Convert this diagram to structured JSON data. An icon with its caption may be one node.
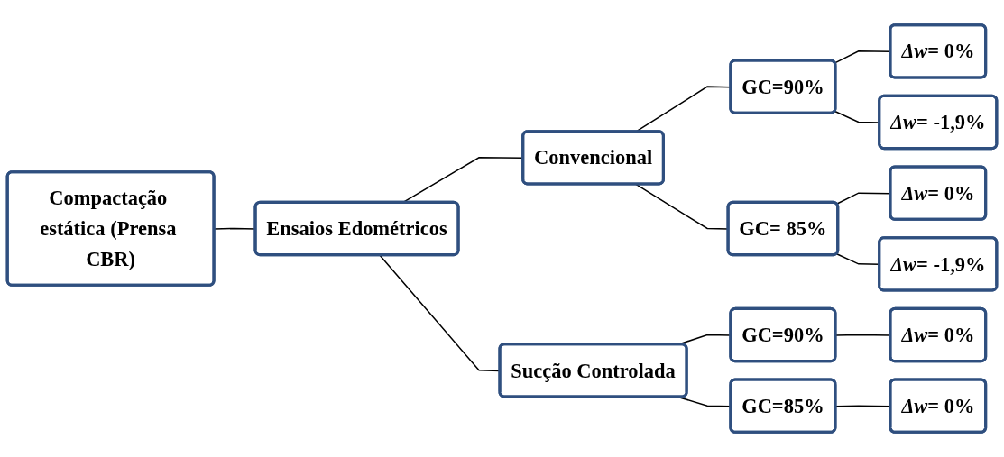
{
  "diagram": {
    "nodes": [
      {
        "text": [
          "Compactação estática (Prensa CBR)"
        ]
      },
      {
        "text": [
          "Ensaios Edométricos"
        ]
      },
      {
        "text": [
          "Convencional"
        ]
      },
      {
        "text": [
          "GC=90%"
        ]
      },
      {
        "text": [
          "*Δw*= 0%"
        ]
      },
      {
        "text": [
          "*Δw*= -1,9%"
        ]
      },
      {
        "text": [
          "GC= 85%"
        ]
      },
      {
        "text": [
          "*Δw*= 0%"
        ]
      },
      {
        "text": [
          "*Δw*= -1,9%"
        ]
      },
      {
        "text": [
          "Sucção Controlada"
        ]
      },
      {
        "text": [
          "GC=90%"
        ]
      },
      {
        "text": [
          "*Δw*= 0%"
        ]
      },
      {
        "text": [
          "GC=85%"
        ]
      },
      {
        "text": [
          "*Δw*= 0%"
        ]
      }
    ],
    "edges": [
      {
        "from": 0,
        "to": 1,
        "arrow": "none"
      },
      {
        "from": 1,
        "to": 2,
        "arrow": "none"
      },
      {
        "from": 2,
        "to": 3,
        "arrow": "none"
      },
      {
        "from": 3,
        "to": 4,
        "arrow": "none"
      },
      {
        "from": 3,
        "to": 5,
        "arrow": "none"
      },
      {
        "from": 2,
        "to": 6,
        "arrow": "none"
      },
      {
        "from": 6,
        "to": 7,
        "arrow": "none"
      },
      {
        "from": 6,
        "to": 8,
        "arrow": "none"
      },
      {
        "from": 1,
        "to": 9,
        "arrow": "none"
      },
      {
        "from": 9,
        "to": 10,
        "arrow": "none"
      },
      {
        "from": 10,
        "to": 11,
        "arrow": "none"
      },
      {
        "from": 9,
        "to": 12,
        "arrow": "none"
      },
      {
        "from": 12,
        "to": 13,
        "arrow": "none"
      }
    ]
  }
}
